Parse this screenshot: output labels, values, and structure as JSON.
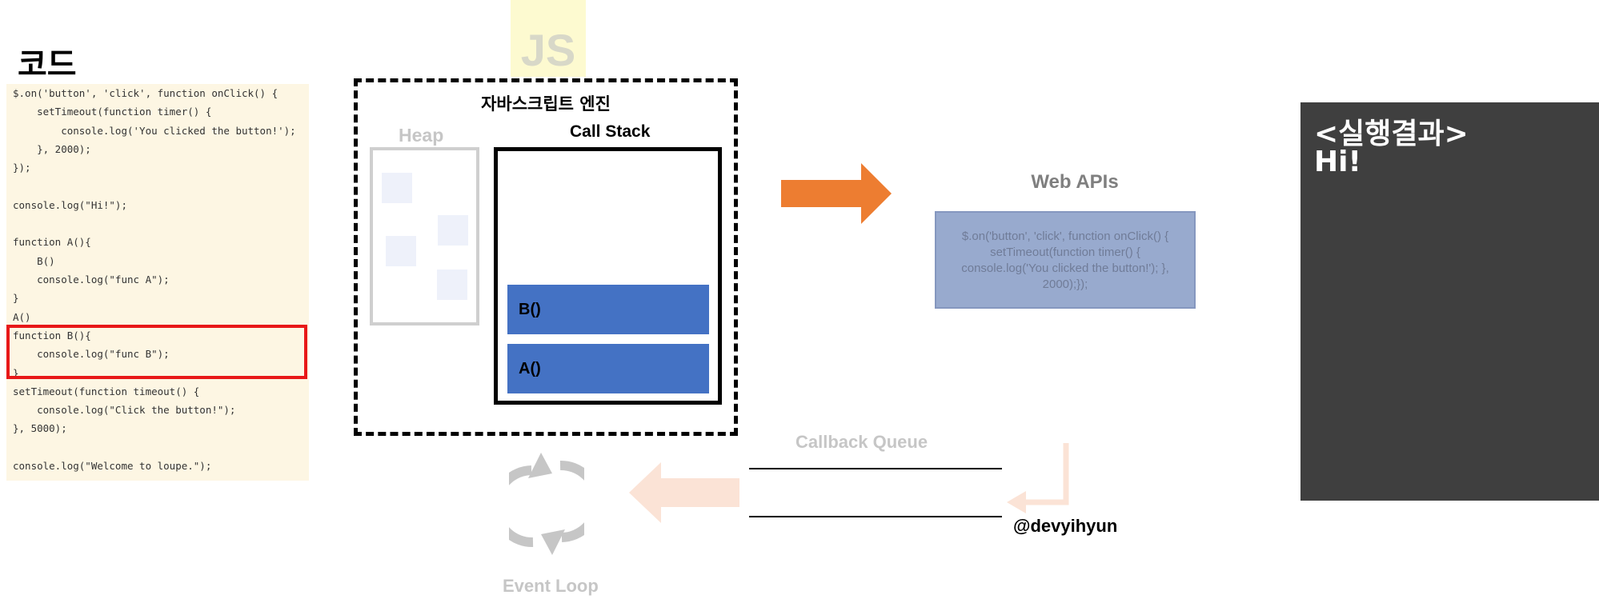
{
  "code": {
    "title": "코드",
    "lines": [
      "$.on('button', 'click', function onClick() {",
      "    setTimeout(function timer() {",
      "        console.log('You clicked the button!');",
      "    }, 2000);",
      "});",
      "",
      "console.log(\"Hi!\");",
      "",
      "function A(){",
      "    B()",
      "    console.log(\"func A\");",
      "}",
      "A()",
      "function B(){",
      "    console.log(\"func B\");",
      "}",
      "setTimeout(function timeout() {",
      "    console.log(\"Click the button!\");",
      "}, 5000);",
      "",
      "console.log(\"Welcome to loupe.\");"
    ],
    "highlight_line_index": 13
  },
  "js_logo": "JS",
  "engine": {
    "title": "자바스크립트 엔진",
    "heap_label": "Heap",
    "stack_label": "Call Stack",
    "frames": [
      "B()",
      "A()"
    ]
  },
  "web_apis": {
    "label": "Web APIs",
    "content": "$.on('button', 'click', function onClick() {     setTimeout(function timer() {         console.log('You clicked the button!');     }, 2000);});"
  },
  "callback_queue": {
    "label": "Callback Queue"
  },
  "event_loop": {
    "label": "Event Loop"
  },
  "author": "@devyihyun",
  "result": {
    "title": "<실행결과>",
    "output": "Hi!"
  },
  "colors": {
    "stack_frame": "#4472c4",
    "arrow_orange": "#ed7d31",
    "arrow_faded": "#fbe3d6",
    "highlight": "#e81818",
    "result_bg": "#3f3f3f",
    "code_bg": "#fdf6e3"
  },
  "icons": [
    "arrow-right-icon",
    "arrow-left-faded-icon",
    "corner-arrow-icon",
    "refresh-cycle-icon"
  ]
}
